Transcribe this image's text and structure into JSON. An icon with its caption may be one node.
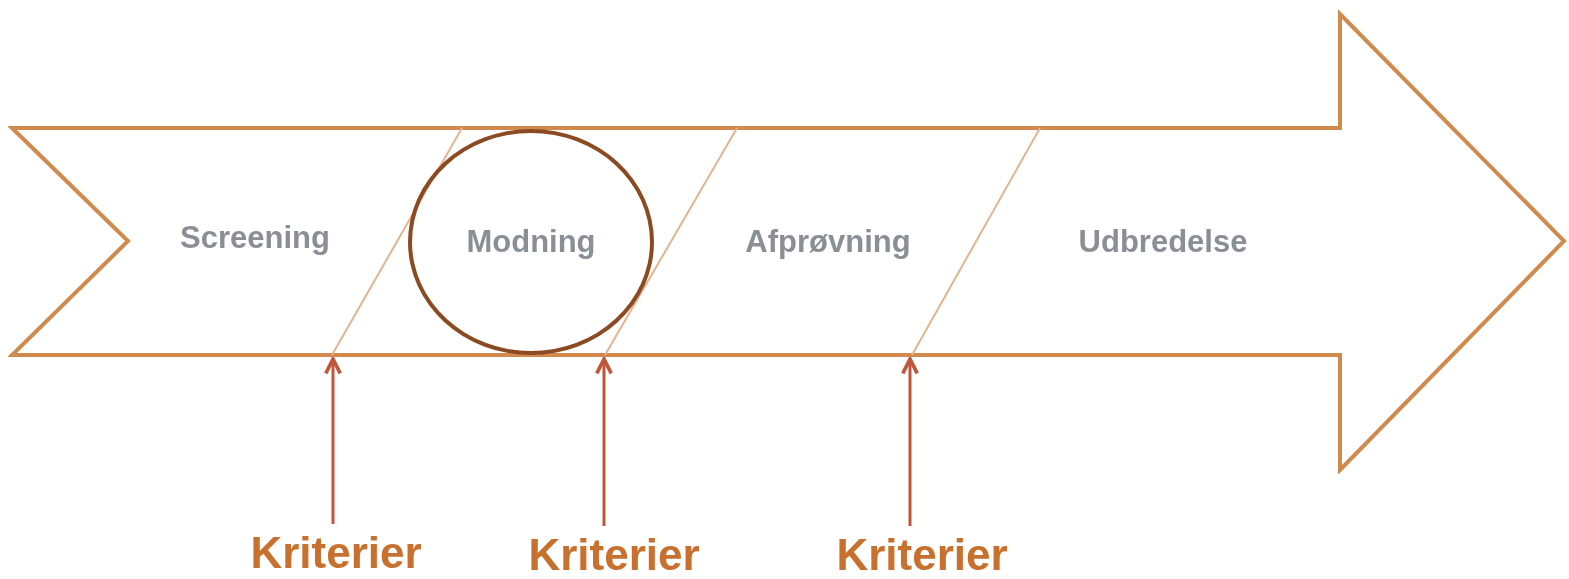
{
  "diagram": {
    "nodes": [
      {
        "text": [],
        "shape": "arrow"
      },
      {
        "text": [
          "Screening"
        ],
        "in": 0
      },
      {
        "text": [
          "Modning"
        ],
        "in": 0
      },
      {
        "text": [
          "Afprøvning"
        ],
        "in": 0
      },
      {
        "text": [
          "Udbredelse"
        ],
        "in": 0
      },
      {
        "text": [
          "Kriterier"
        ]
      },
      {
        "text": [
          "Kriterier"
        ]
      },
      {
        "text": [
          "Kriterier"
        ]
      }
    ],
    "edges": [
      {
        "from": 5,
        "to": 0,
        "arrow": "to"
      },
      {
        "from": 6,
        "to": 0,
        "arrow": "to"
      },
      {
        "from": 7,
        "to": 0,
        "arrow": "to"
      }
    ]
  }
}
